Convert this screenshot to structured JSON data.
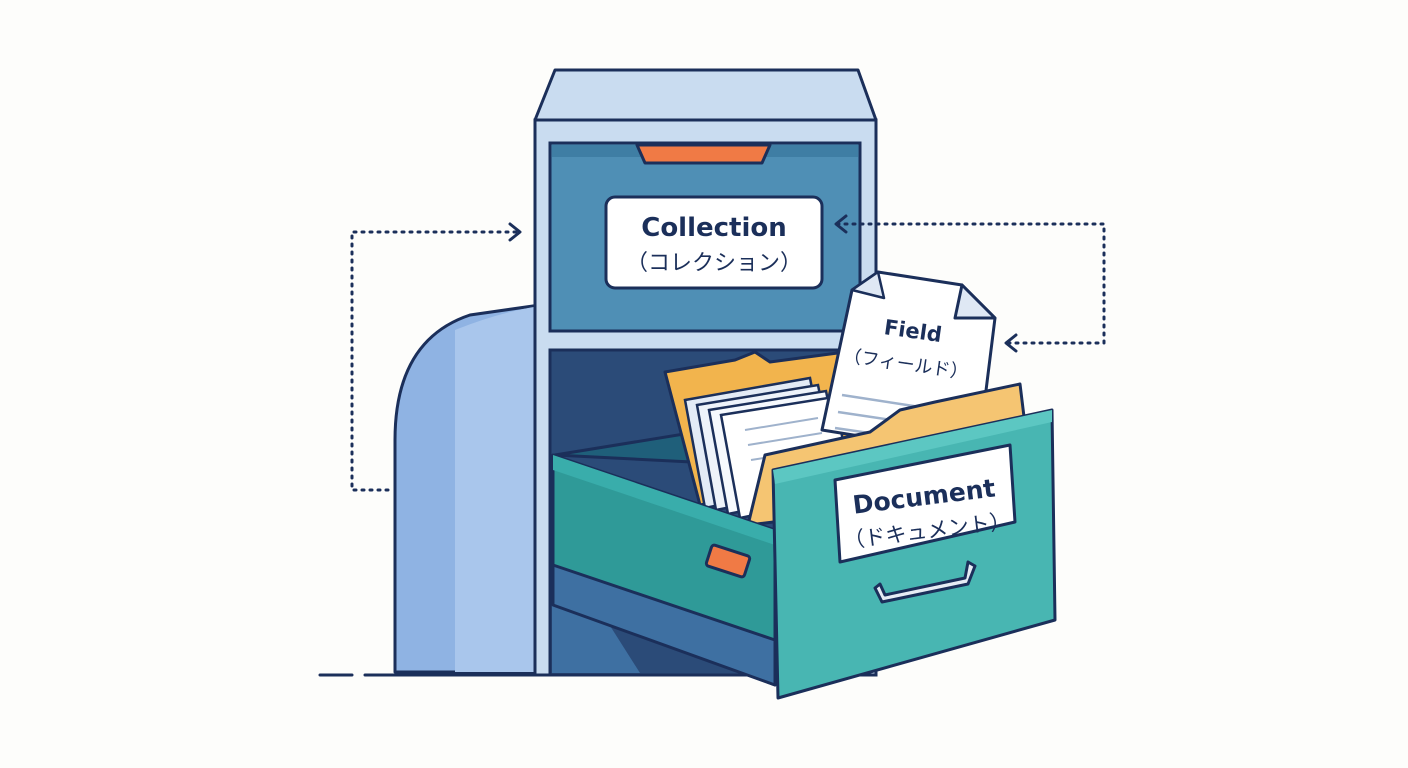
{
  "labels": {
    "collection": {
      "title": "Collection",
      "subtitle": "（コレクション）"
    },
    "document": {
      "title": "Document",
      "subtitle": "（ドキュメント）"
    },
    "field": {
      "title": "Field",
      "subtitle": "（フィールド）"
    }
  },
  "colors": {
    "outline": "#1b2f5a",
    "cabinet_body": "#c9dcf0",
    "top_drawer": "#4f8fb5",
    "open_drawer": "#2f9a98",
    "drawer_front": "#48b6b2",
    "folder": "#f2b44d",
    "accent_orange": "#f07a45",
    "arch": "#8fb3e3"
  }
}
